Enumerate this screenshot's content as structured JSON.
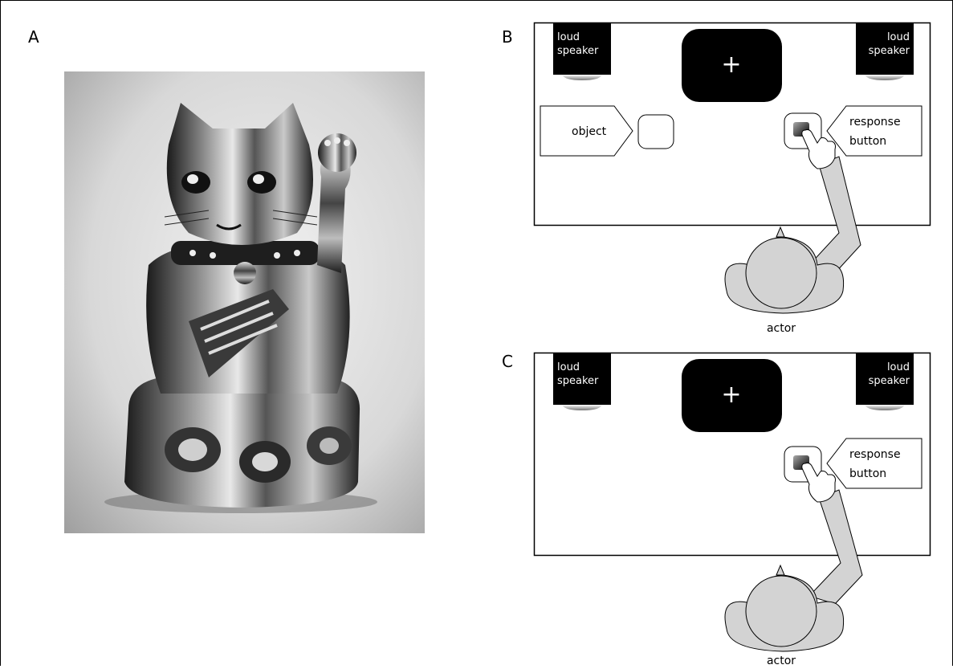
{
  "panels": {
    "a": {
      "label": "A"
    },
    "b": {
      "label": "B",
      "speaker_left": [
        "loud",
        "speaker"
      ],
      "speaker_right": [
        "loud",
        "speaker"
      ],
      "screen_symbol": "+",
      "object_label": "object",
      "button_label": [
        "response",
        "button"
      ],
      "actor_label": "actor"
    },
    "c": {
      "label": "C",
      "speaker_left": [
        "loud",
        "speaker"
      ],
      "speaker_right": [
        "loud",
        "speaker"
      ],
      "screen_symbol": "+",
      "button_label": [
        "response",
        "button"
      ],
      "actor_label": "actor"
    }
  },
  "photo": {
    "subject": "lucky-cat-figurine",
    "tone": "grayscale"
  }
}
